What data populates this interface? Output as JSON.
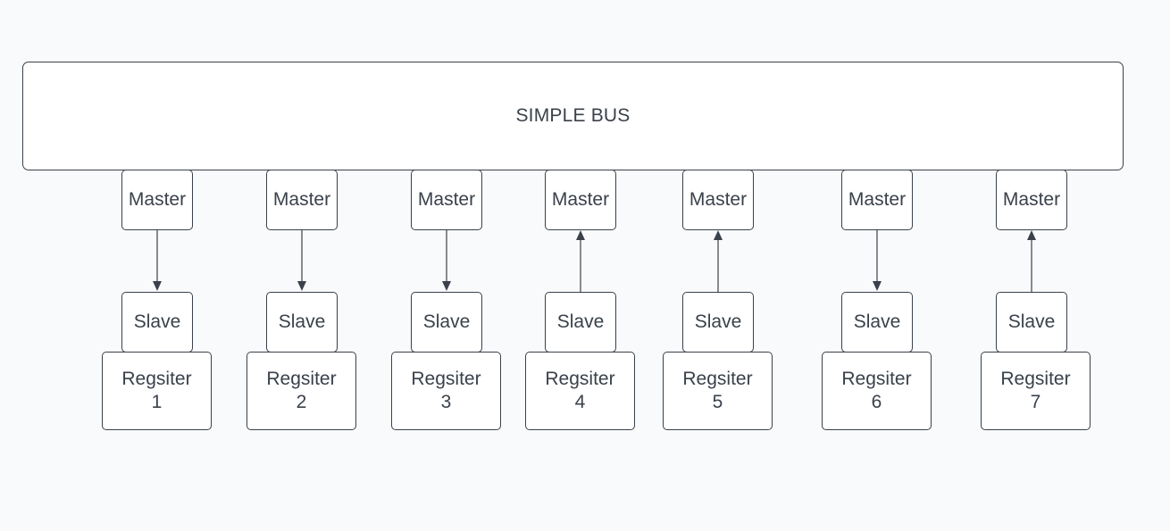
{
  "diagram": {
    "bus": {
      "label": "SIMPLE BUS"
    },
    "units": [
      {
        "master_label": "Master",
        "slave_label": "Slave",
        "register_label": "Regsiter",
        "register_number": "1",
        "arrow": "down"
      },
      {
        "master_label": "Master",
        "slave_label": "Slave",
        "register_label": "Regsiter",
        "register_number": "2",
        "arrow": "down"
      },
      {
        "master_label": "Master",
        "slave_label": "Slave",
        "register_label": "Regsiter",
        "register_number": "3",
        "arrow": "down"
      },
      {
        "master_label": "Master",
        "slave_label": "Slave",
        "register_label": "Regsiter",
        "register_number": "4",
        "arrow": "up"
      },
      {
        "master_label": "Master",
        "slave_label": "Slave",
        "register_label": "Regsiter",
        "register_number": "5",
        "arrow": "up"
      },
      {
        "master_label": "Master",
        "slave_label": "Slave",
        "register_label": "Regsiter",
        "register_number": "6",
        "arrow": "down"
      },
      {
        "master_label": "Master",
        "slave_label": "Slave",
        "register_label": "Regsiter",
        "register_number": "7",
        "arrow": "up"
      }
    ],
    "colors": {
      "stroke": "#3a414a",
      "box_fill": "#ffffff",
      "background": "#f9fafc"
    }
  }
}
